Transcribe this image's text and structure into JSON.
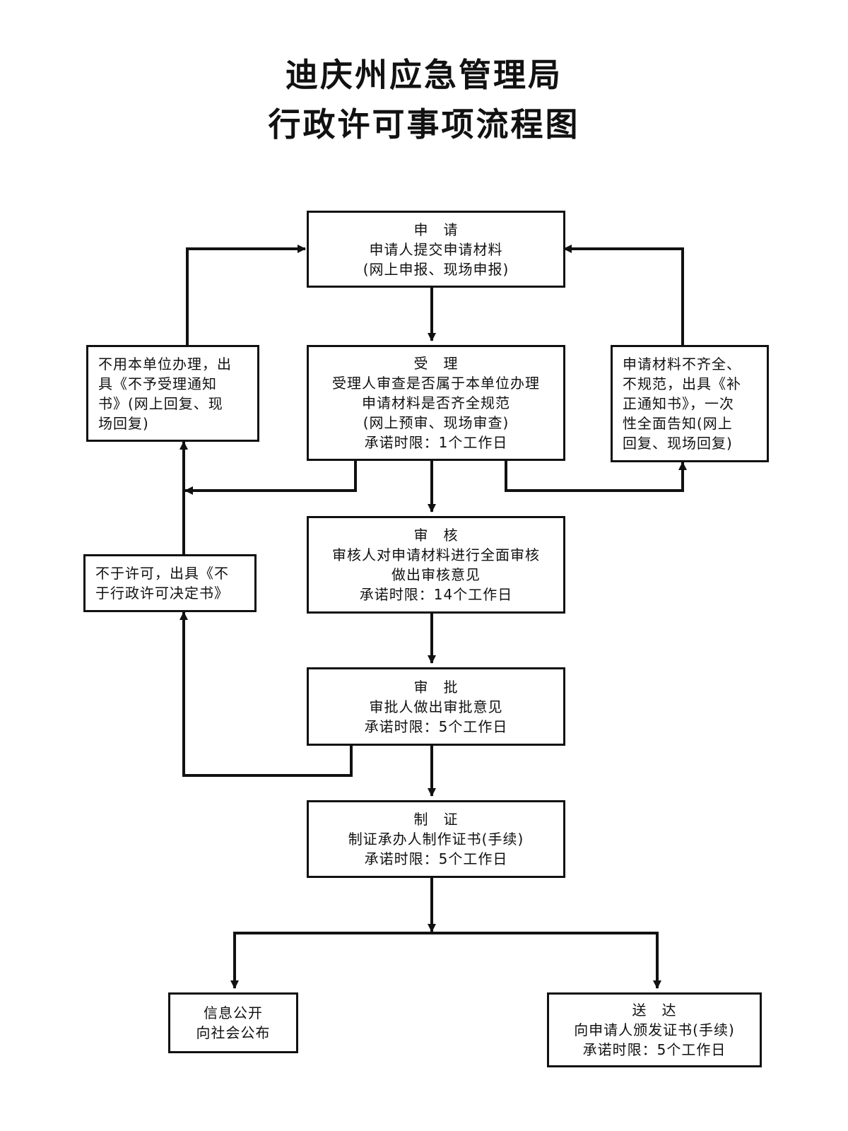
{
  "title": {
    "line1": "迪庆州应急管理局",
    "line2": "行政许可事项流程图"
  },
  "nodes": {
    "apply": [
      "申　请",
      "申请人提交申请材料",
      "(网上申报、现场申报)"
    ],
    "accept": [
      "受　理",
      "受理人审查是否属于本单位办理",
      "申请材料是否齐全规范",
      "(网上预审、现场审查)",
      "承诺时限：1个工作日"
    ],
    "reject_notice": [
      "不用本单位办理，出",
      "具《不予受理通知",
      "书》(网上回复、现",
      "场回复)"
    ],
    "supplement_notice": [
      "申请材料不齐全、",
      "不规范，出具《补",
      "正通知书》，一次",
      "性全面告知(网上",
      "回复、现场回复)"
    ],
    "review": [
      "审　核",
      "审核人对申请材料进行全面审核",
      "做出审核意见",
      "承诺时限：14个工作日"
    ],
    "deny": [
      "不于许可，出具《不",
      "于行政许可决定书》"
    ],
    "approve": [
      "审　批",
      "审批人做出审批意见",
      "承诺时限：5个工作日"
    ],
    "certify": [
      "制　证",
      "制证承办人制作证书(手续)",
      "承诺时限：5个工作日"
    ],
    "publish": [
      "信息公开",
      "向社会公布"
    ],
    "deliver": [
      "送　达",
      "向申请人颁发证书(手续)",
      "承诺时限：5个工作日"
    ]
  }
}
